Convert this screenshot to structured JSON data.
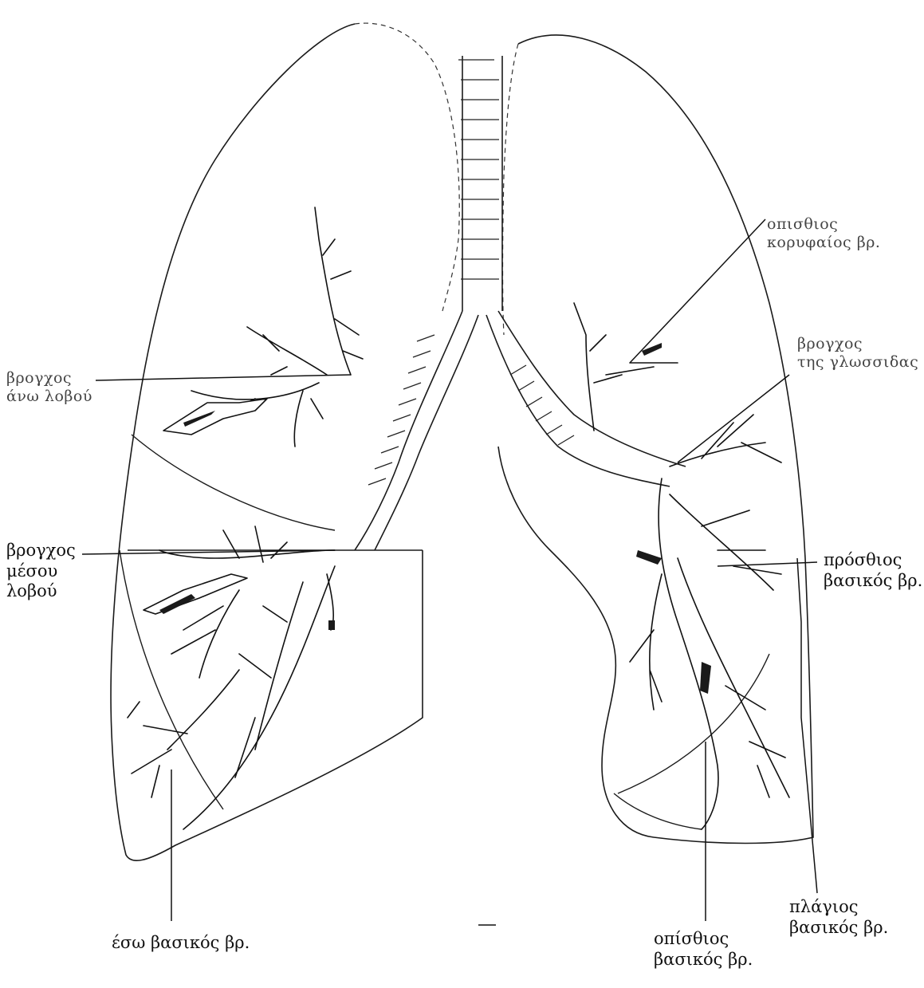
{
  "labels": {
    "left_upper_lobe_bronchus": [
      "βρογχος",
      "άνω λοβού"
    ],
    "middle_lobe_bronchus": [
      "βρογχος",
      "μέσου",
      "λοβού"
    ],
    "medial_basal": [
      "έσω βασικός βρ."
    ],
    "apicoposterior": [
      "οπισθιος",
      "κορυφαίος βρ."
    ],
    "lingula_bronchus": [
      "βρογχος",
      "της γλωσσιδας"
    ],
    "anterior_basal": [
      "πρόσθιος",
      "βασικός βρ."
    ],
    "posterior_basal": [
      "οπίσθιος",
      "βασικός βρ."
    ],
    "lateral_basal": [
      "πλάγιος",
      "βασικός βρ."
    ]
  },
  "colors": {
    "line": "#111111",
    "background": "#ffffff"
  }
}
